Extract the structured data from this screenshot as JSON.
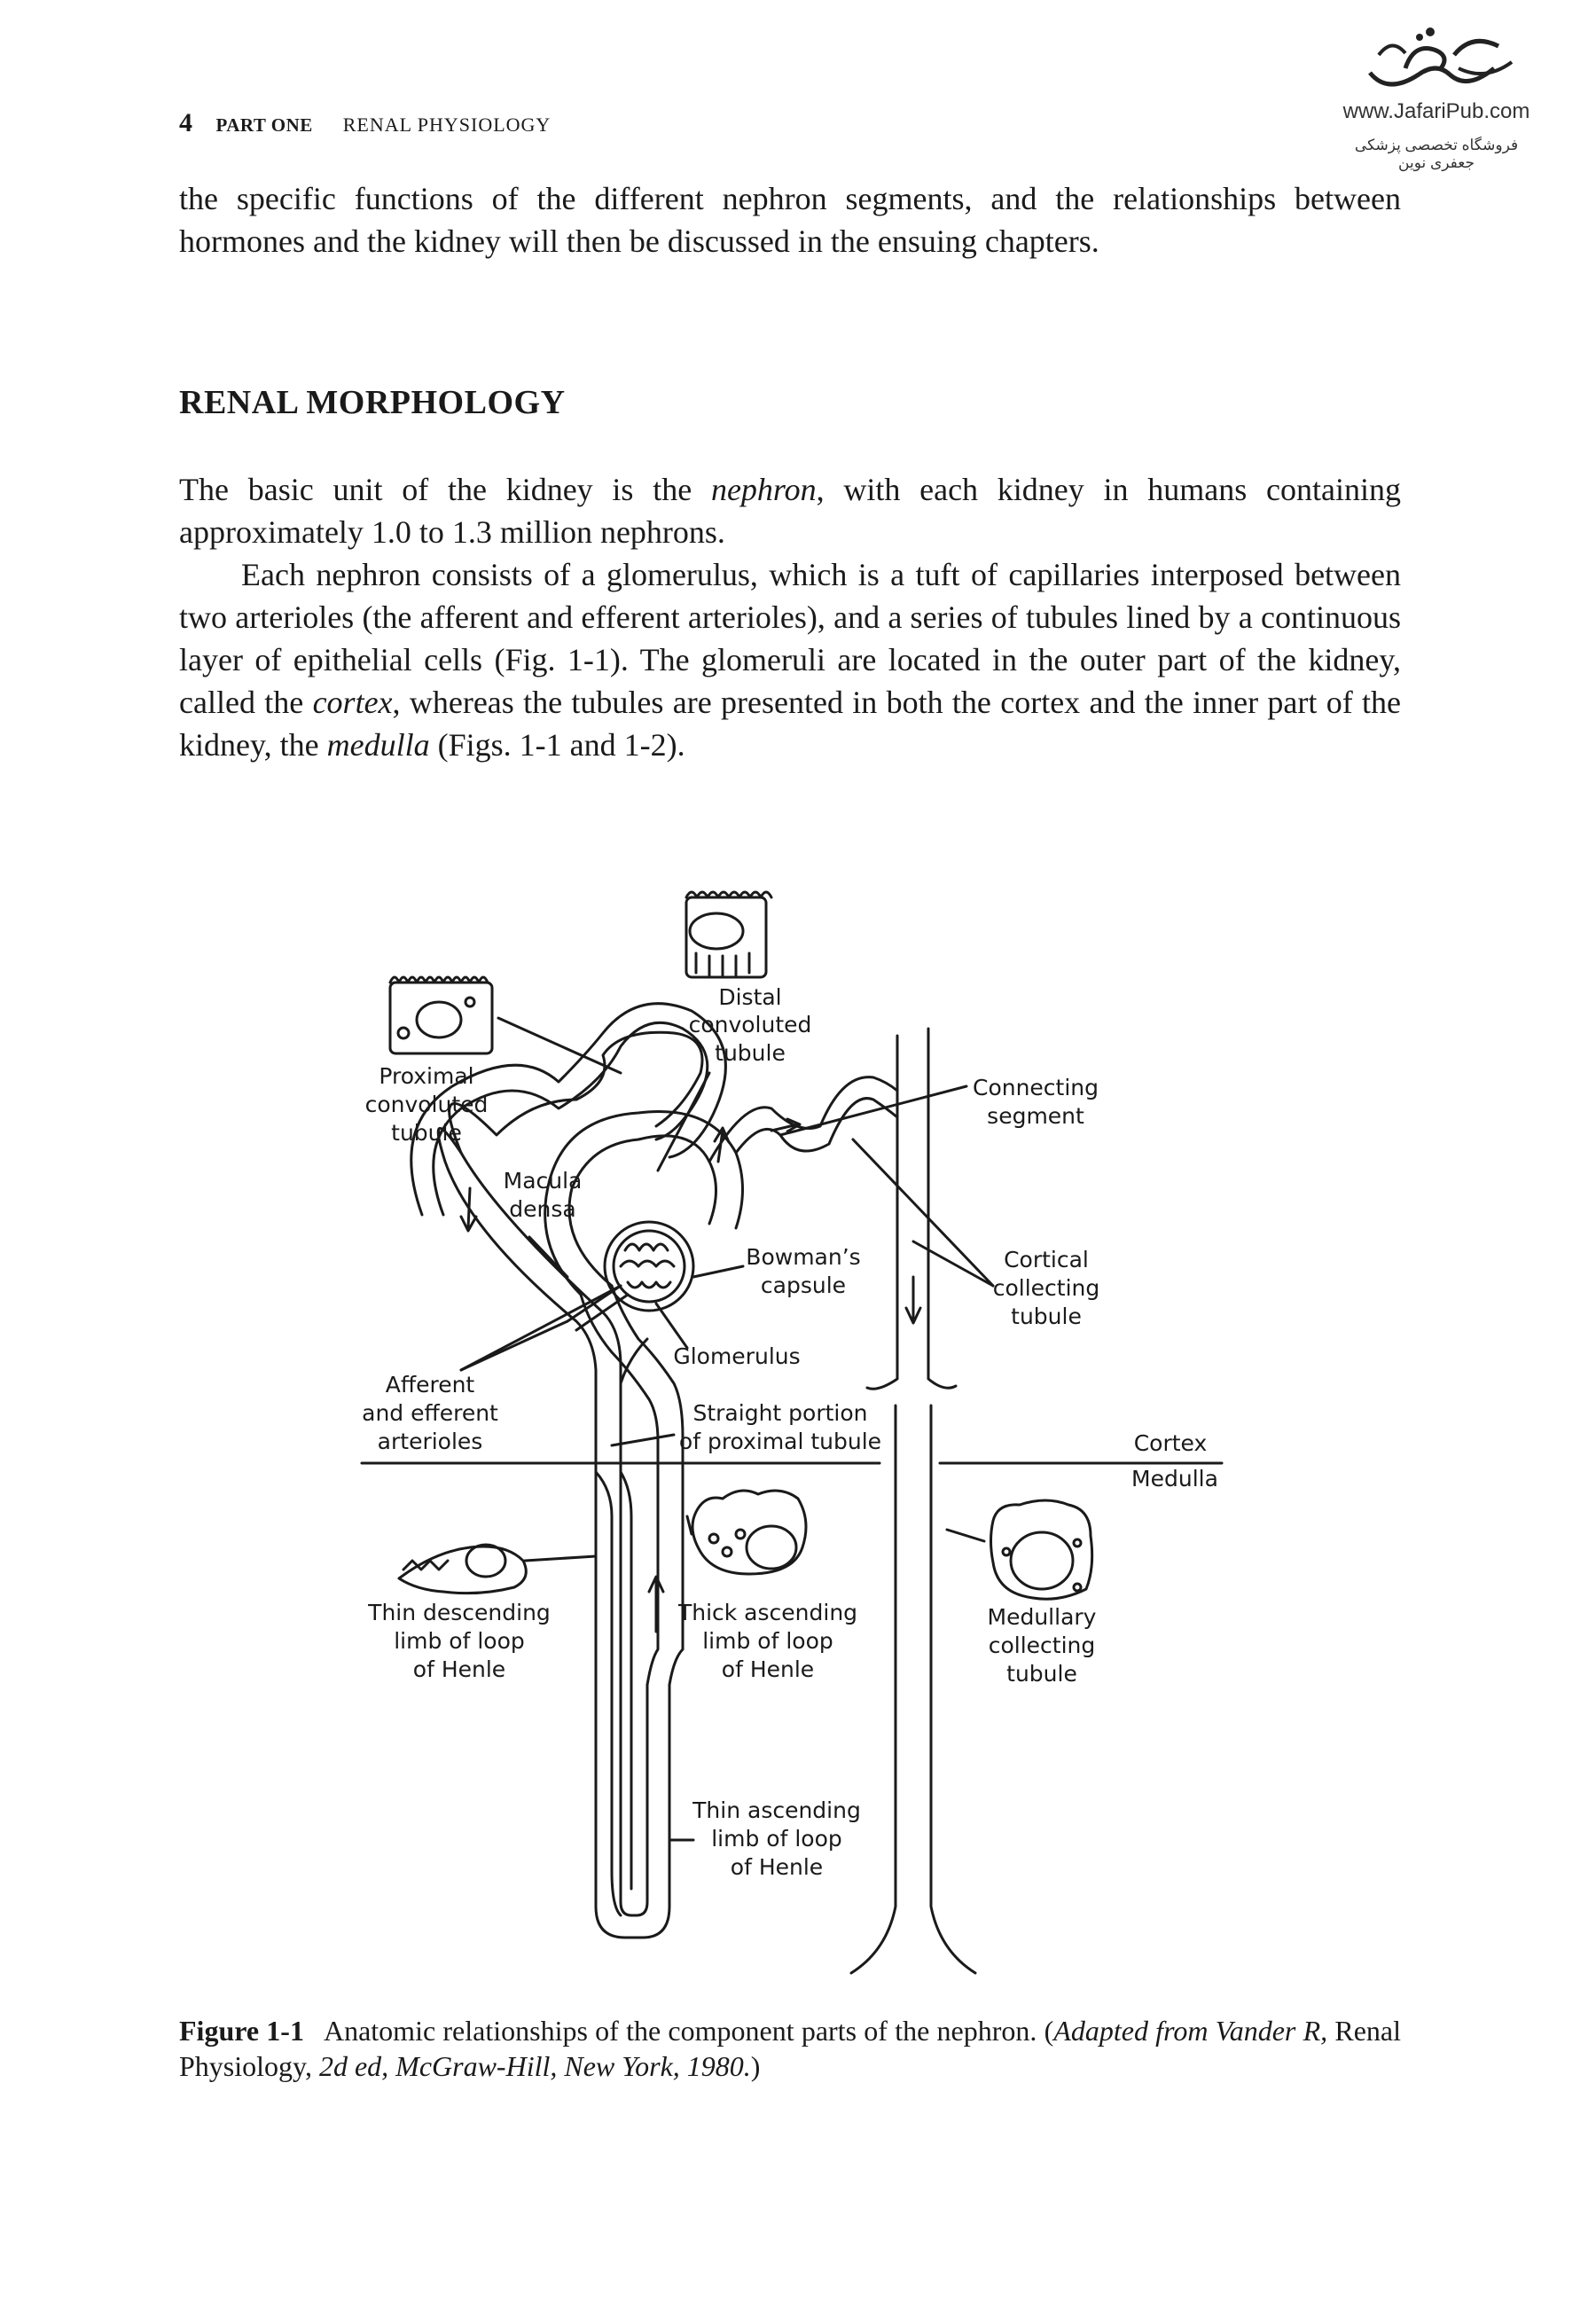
{
  "running_head": {
    "page_number": "4",
    "part": "PART ONE",
    "section": "RENAL PHYSIOLOGY"
  },
  "watermark": {
    "url": "www.JafariPub.com",
    "subtitle": "فروشگاه تخصصی پزشکی جعفری نوین"
  },
  "paragraphs": {
    "p1": "the specific functions of the different nephron segments, and the relationships between hormones and the kidney will then be discussed in the ensuing chapters.",
    "p2_a": "The basic unit of the kidney is the ",
    "p2_em": "nephron",
    "p2_b": ", with each kidney in humans containing approximately 1.0 to 1.3 million nephrons.",
    "p3_a": "Each nephron consists of a glomerulus, which is a tuft of capillaries interposed between two arterioles (the afferent and efferent arterioles), and a series of tubules lined by a continuous layer of epithelial cells (Fig. 1-1). The glomeruli are located in the outer part of the kidney, called the ",
    "p3_em1": "cortex",
    "p3_b": ", whereas the tubules are presented in both the cortex and the inner part of the kidney, the ",
    "p3_em2": "medulla",
    "p3_c": " (Figs. 1-1 and 1-2)."
  },
  "heading": "RENAL MORPHOLOGY",
  "figure_labels": {
    "distal": [
      "Distal",
      "convoluted",
      "tubule"
    ],
    "proximal": [
      "Proximal",
      "convoluted",
      "tubule"
    ],
    "connecting": [
      "Connecting",
      "segment"
    ],
    "macula": [
      "Macula",
      "densa"
    ],
    "bowman": [
      "Bowman’s",
      "capsule"
    ],
    "cortical": [
      "Cortical",
      "collecting",
      "tubule"
    ],
    "glomerulus": "Glomerulus",
    "afferent": [
      "Afferent",
      "and efferent",
      "arterioles"
    ],
    "straight": [
      "Straight portion",
      "of proximal tubule"
    ],
    "cortex": "Cortex",
    "medulla": "Medulla",
    "thin_desc": [
      "Thin descending",
      "limb of loop",
      "of Henle"
    ],
    "thick_asc": [
      "Thick ascending",
      "limb of loop",
      "of Henle"
    ],
    "medullary": [
      "Medullary",
      "collecting",
      "tubule"
    ],
    "thin_asc": [
      "Thin ascending",
      "limb of loop",
      "of Henle"
    ]
  },
  "caption": {
    "label": "Figure 1-1",
    "text": "Anatomic relationships of the component parts of the nephron. (",
    "source_italic": "Adapted from Vander R,",
    "source_plain": " Renal Physiology, ",
    "source_italic2": "2d ed, McGraw-Hill, New York, 1980.",
    "close": ")"
  }
}
